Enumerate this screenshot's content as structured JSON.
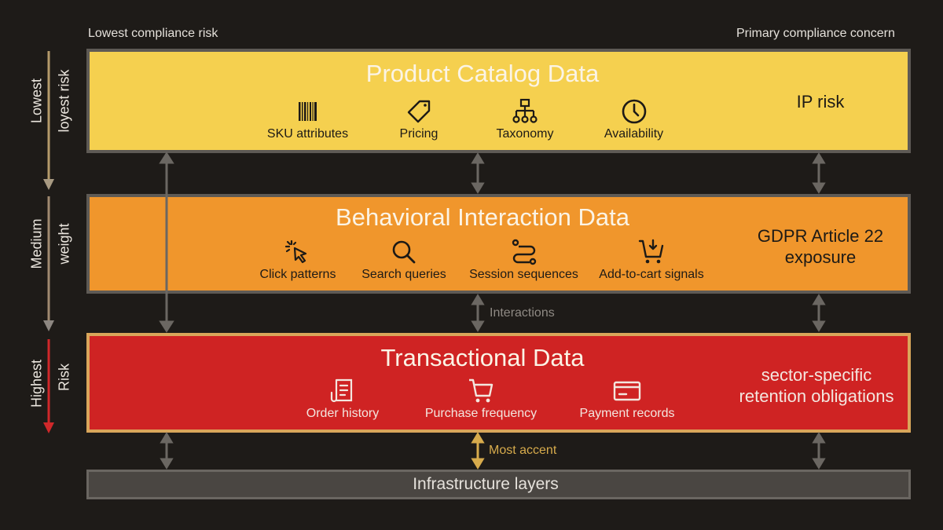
{
  "header": {
    "left_label": "Lowest compliance risk",
    "right_label": "Primary compliance concern"
  },
  "side_axis": {
    "segments": [
      {
        "label_a": "Lowest",
        "label_b": "loyest risk",
        "color": "#b49a6a"
      },
      {
        "label_a": "Medium",
        "label_b": "weight",
        "color": "#9a8a78"
      },
      {
        "label_a": "Highest",
        "label_b": "Risk",
        "color": "#d0282a"
      }
    ]
  },
  "layers": [
    {
      "title": "Product Catalog Data",
      "fill": "#f5d04f",
      "border": "#5e5a55",
      "concern": "IP risk",
      "items": [
        {
          "icon": "barcode-icon",
          "label": "SKU attributes"
        },
        {
          "icon": "price-tag-icon",
          "label": "Pricing"
        },
        {
          "icon": "hierarchy-icon",
          "label": "Taxonomy"
        },
        {
          "icon": "clock-icon",
          "label": "Availability"
        }
      ]
    },
    {
      "title": "Behavioral Interaction Data",
      "fill": "#f0962c",
      "border": "#5e5a55",
      "concern_line1": "GDPR Article 22",
      "concern_line2": "exposure",
      "items": [
        {
          "icon": "click-cursor-icon",
          "label": "Click patterns"
        },
        {
          "icon": "search-icon",
          "label": "Search queries"
        },
        {
          "icon": "route-icon",
          "label": "Session sequences"
        },
        {
          "icon": "add-to-cart-icon",
          "label": "Add-to-cart signals"
        }
      ]
    },
    {
      "title": "Transactional Data",
      "fill": "#cf2323",
      "border": "#d9a65a",
      "concern_line1": "sector-specific",
      "concern_line2": "retention obligations",
      "items": [
        {
          "icon": "receipt-icon",
          "label": "Order history"
        },
        {
          "icon": "shopping-cart-icon",
          "label": "Purchase frequency"
        },
        {
          "icon": "credit-card-icon",
          "label": "Payment records"
        }
      ]
    },
    {
      "title": "Infrastructure layers",
      "fill": "#4a4642",
      "border": "#6a6661"
    }
  ],
  "connectors": {
    "interactions_label": "Interactions",
    "accent_label": "Most accent",
    "gray": "#6b6762",
    "accent": "#d7ab4c"
  }
}
